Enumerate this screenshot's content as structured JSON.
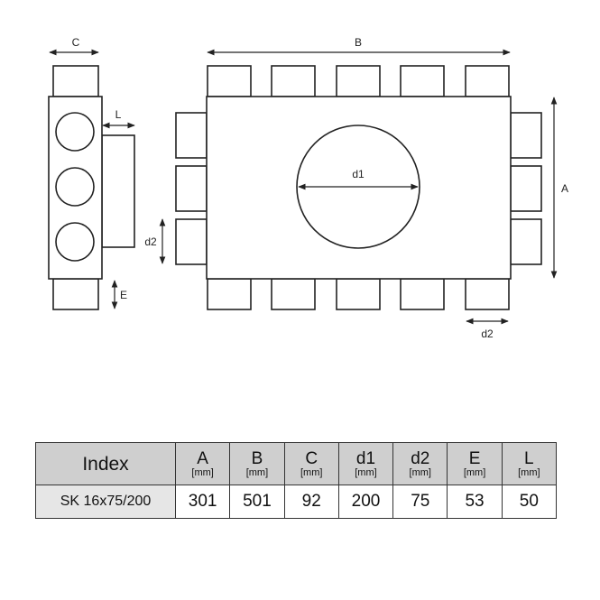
{
  "dimension_labels": {
    "A": "A",
    "B": "B",
    "C": "C",
    "d1": "d1",
    "d2_side": "d2",
    "d2_bottom": "d2",
    "E": "E",
    "L": "L"
  },
  "table": {
    "index_header": "Index",
    "columns": [
      {
        "symbol": "A",
        "unit": "[mm]"
      },
      {
        "symbol": "B",
        "unit": "[mm]"
      },
      {
        "symbol": "C",
        "unit": "[mm]"
      },
      {
        "symbol": "d1",
        "unit": "[mm]"
      },
      {
        "symbol": "d2",
        "unit": "[mm]"
      },
      {
        "symbol": "E",
        "unit": "[mm]"
      },
      {
        "symbol": "L",
        "unit": "[mm]"
      }
    ],
    "rows": [
      {
        "index": "SK 16x75/200",
        "values": [
          "301",
          "501",
          "92",
          "200",
          "75",
          "53",
          "50"
        ]
      }
    ]
  }
}
